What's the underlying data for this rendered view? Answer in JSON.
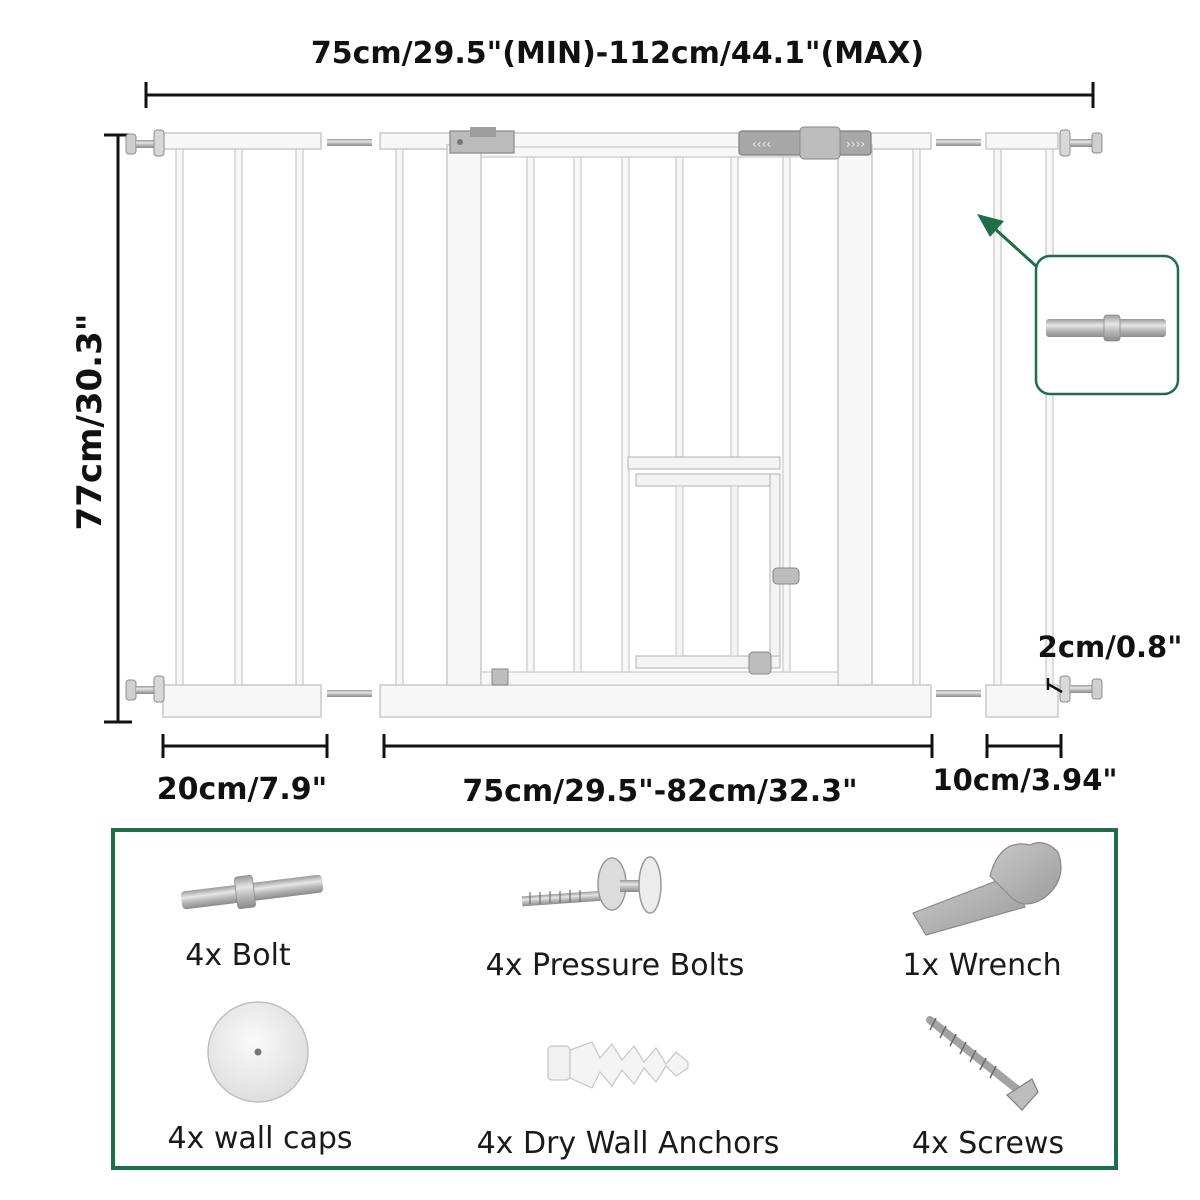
{
  "dimensions": {
    "total_width": "75cm/29.5\"(MIN)-112cm/44.1\"(MAX)",
    "height": "77cm/30.3\"",
    "extension_large": "20cm/7.9\"",
    "main_gate_width": "75cm/29.5\"-82cm/32.3\"",
    "extension_small": "10cm/3.94\"",
    "pressure_bolt_depth": "2cm/0.8\""
  },
  "accessories": [
    {
      "label": "4x Bolt",
      "icon": "bolt-icon"
    },
    {
      "label": "4x Pressure Bolts",
      "icon": "pressure-bolt-icon"
    },
    {
      "label": "1x Wrench",
      "icon": "wrench-icon"
    },
    {
      "label": "4x wall caps",
      "icon": "wall-cap-icon"
    },
    {
      "label": "4x Dry Wall Anchors",
      "icon": "wall-anchor-icon"
    },
    {
      "label": "4x Screws",
      "icon": "screw-icon"
    }
  ],
  "colors": {
    "frame_accent": "#1f6e4a",
    "gate_white": "#f7f7f7",
    "gate_edge": "#c9c9c9",
    "latch_gray": "#a7a7a7"
  }
}
